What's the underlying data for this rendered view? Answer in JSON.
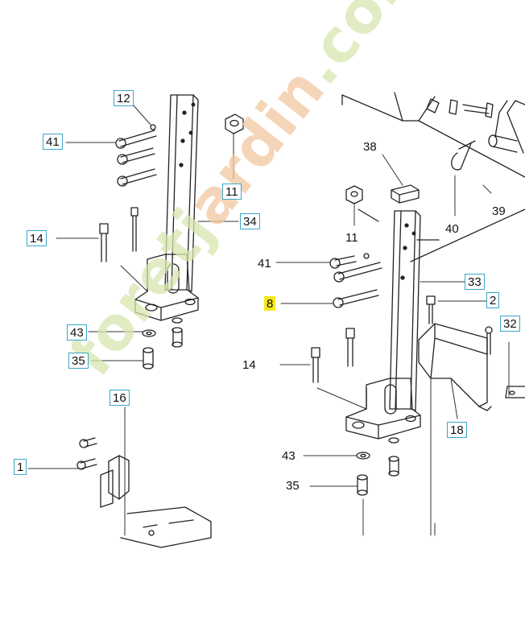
{
  "watermark": {
    "text_a": "foretj",
    "text_b": "ardin",
    "text_c": ".com"
  },
  "colors": {
    "label_border": "#3aa7c8",
    "highlight": "#f5e81c",
    "watermark_green": "#d8e6b0",
    "watermark_orange": "#f2c8a0"
  },
  "labels": {
    "l12": "12",
    "l41a": "41",
    "l11a": "11",
    "l34": "34",
    "l14a": "14",
    "l43a": "43",
    "l35a": "35",
    "l16": "16",
    "l1": "1",
    "l38": "38",
    "l39": "39",
    "l40": "40",
    "l11b": "11",
    "l41b": "41",
    "l33": "33",
    "l8": "8",
    "l2": "2",
    "l32": "32",
    "l14b": "14",
    "l18": "18",
    "l43b": "43",
    "l35b": "35"
  }
}
